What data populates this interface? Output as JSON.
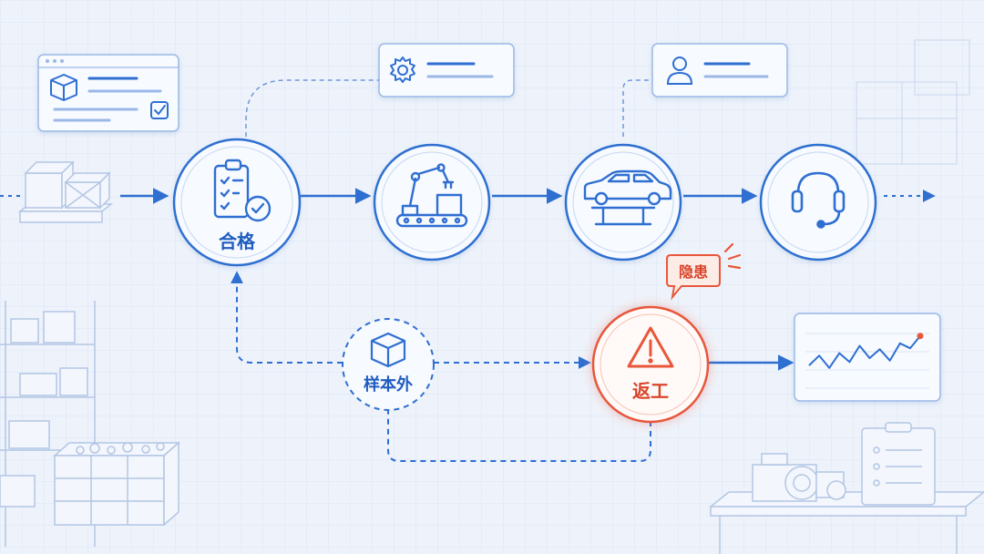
{
  "colors": {
    "background": "#eef3fb",
    "grid": "#dbe5f4",
    "primary": "#2f6fd1",
    "primary_light": "#b9cdef",
    "sketch": "#b3c6e4",
    "warning": "#e8573a",
    "warning_bg": "#fdebe6"
  },
  "flow": {
    "steps": [
      {
        "id": "inspection",
        "icon": "clipboard-check-icon",
        "label": "合格"
      },
      {
        "id": "assembly",
        "icon": "robot-arm-icon",
        "label": ""
      },
      {
        "id": "vehicle",
        "icon": "car-on-lift-icon",
        "label": ""
      },
      {
        "id": "service",
        "icon": "headset-icon",
        "label": ""
      }
    ],
    "sample": {
      "icon": "box-icon",
      "label": "样本外"
    },
    "rework": {
      "icon": "warning-icon",
      "label": "返工"
    },
    "hazard_tag": {
      "label": "隐患"
    }
  },
  "cards": [
    {
      "id": "package-card",
      "icon": "package-icon"
    },
    {
      "id": "settings-card",
      "icon": "gear-icon"
    },
    {
      "id": "user-card",
      "icon": "user-icon"
    },
    {
      "id": "trend-card",
      "icon": "line-chart-icon"
    }
  ],
  "trend": [
    0.35,
    0.55,
    0.3,
    0.6,
    0.42,
    0.75,
    0.5,
    0.68,
    0.45,
    0.8,
    0.7,
    0.95
  ]
}
